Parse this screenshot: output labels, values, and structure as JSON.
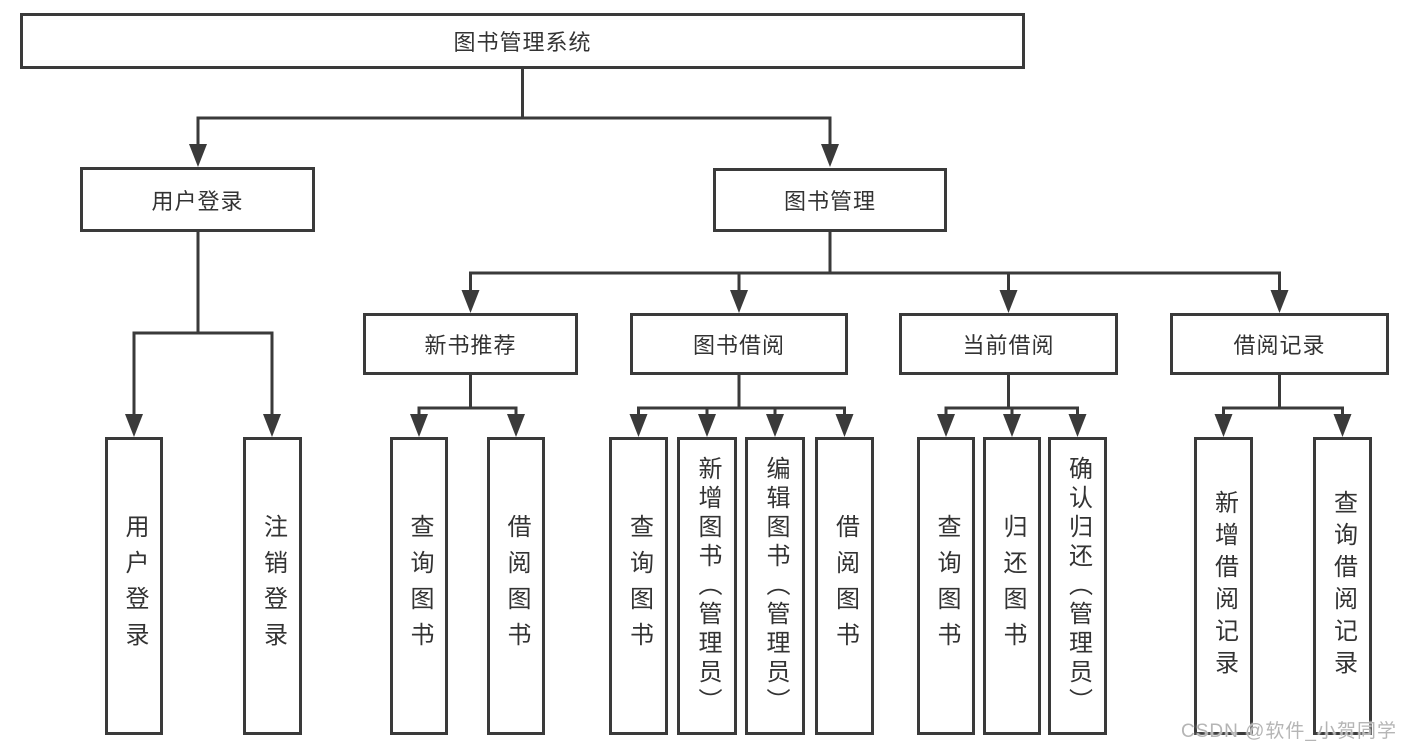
{
  "diagram": {
    "root": "图书管理系统",
    "level2": {
      "user_login": "用户登录",
      "book_mgmt": "图书管理"
    },
    "level3": {
      "new_books": "新书推荐",
      "book_borrow": "图书借阅",
      "current_borrow": "当前借阅",
      "borrow_records": "借阅记录"
    },
    "leaves": {
      "user_login_1": "用户登录",
      "user_login_2": "注销登录",
      "new_books_1": "查询图书",
      "new_books_2": "借阅图书",
      "book_borrow_1": "查询图书",
      "book_borrow_2": "新增图书（管理员）",
      "book_borrow_3": "编辑图书（管理员）",
      "book_borrow_4": "借阅图书",
      "current_borrow_1": "查询图书",
      "current_borrow_2": "归还图书",
      "current_borrow_3": "确认归还（管理员）",
      "borrow_records_1": "新增借阅记录",
      "borrow_records_2": "查询借阅记录"
    }
  },
  "watermark": "CSDN @软件_小贺同学",
  "colors": {
    "line": "#3a3a3a",
    "text": "#333333",
    "watermark": "#b5b5b5",
    "background": "#ffffff"
  }
}
